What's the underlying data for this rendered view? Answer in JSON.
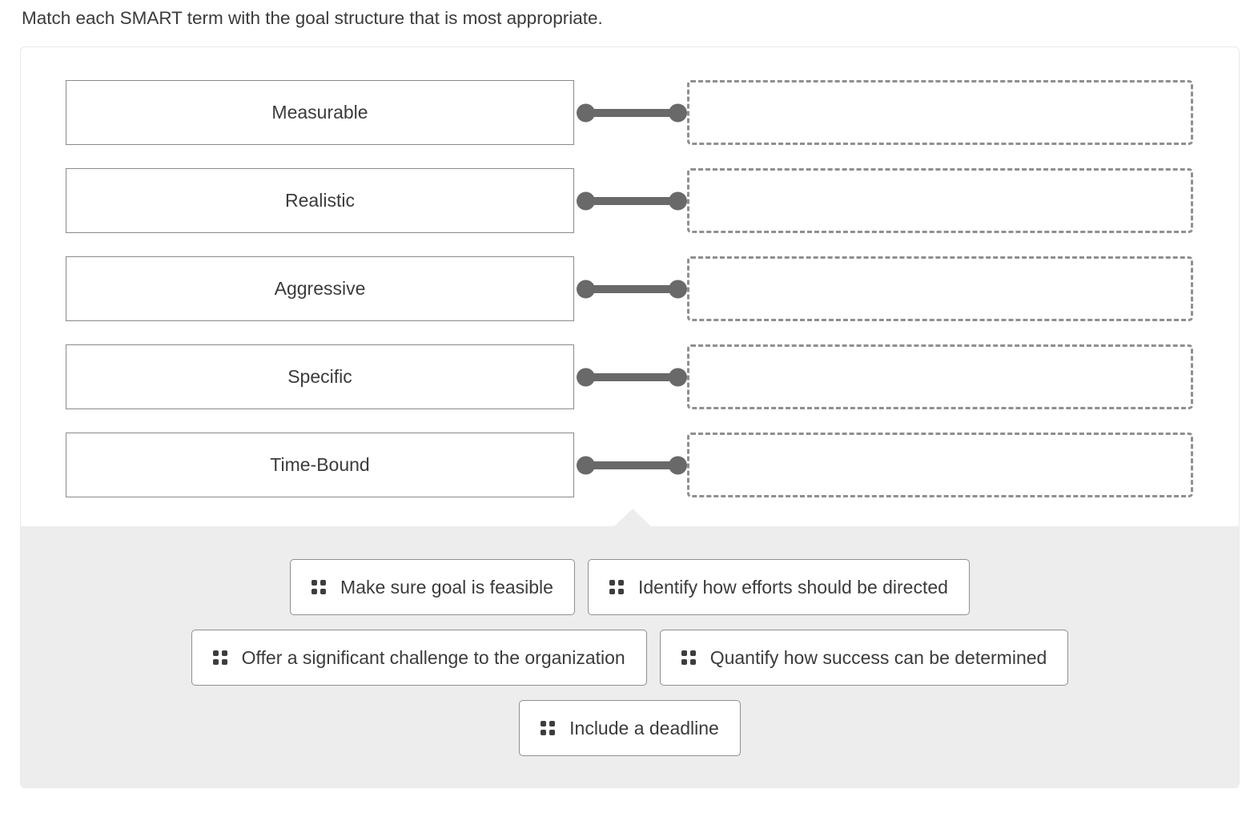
{
  "title": "Match each SMART term with the goal structure that is most appropriate.",
  "match": {
    "terms": [
      "Measurable",
      "Realistic",
      "Aggressive",
      "Specific",
      "Time-Bound"
    ],
    "targets": [
      "",
      "",
      "",
      "",
      ""
    ],
    "choices": [
      "Make sure goal is feasible",
      "Identify how efforts should be directed",
      "Offer a significant challenge to the organization",
      "Quantify how success can be determined",
      "Include a deadline"
    ]
  },
  "icons": {
    "drag_handle_icon": "2x2-dot-grip"
  },
  "colors": {
    "text": "#3b3b3b",
    "card_border": "#e9e9e9",
    "term_border": "#8a8a8a",
    "dashed_border": "#8f8f8f",
    "connector": "#696969",
    "tray_background": "#ededed",
    "chip_background": "#ffffff"
  }
}
